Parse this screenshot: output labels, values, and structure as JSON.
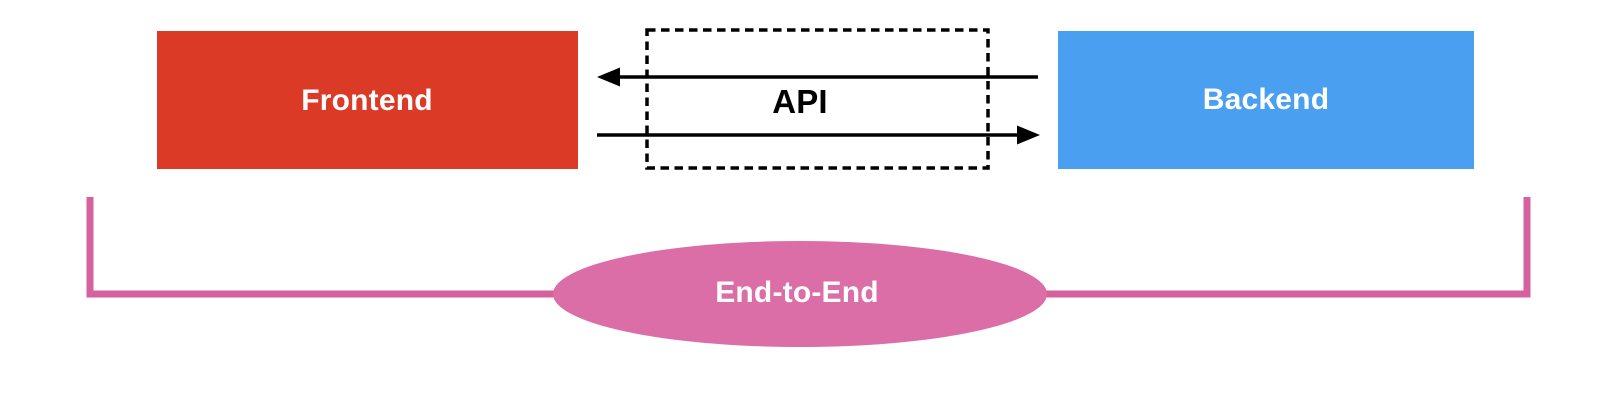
{
  "diagram": {
    "background": "#FFFFFF",
    "nodes": {
      "frontend": {
        "label": "Frontend",
        "fill": "#DB3A27",
        "text_color": "#FFFFFF",
        "shape": "rectangle"
      },
      "backend": {
        "label": "Backend",
        "fill": "#4A9FF0",
        "text_color": "#FFFFFF",
        "shape": "rectangle"
      },
      "api": {
        "label": "API",
        "border_color": "#000000",
        "text_color": "#000000",
        "shape": "dashed-rectangle"
      },
      "end_to_end": {
        "label": "End-to-End",
        "fill": "#DB6EA7",
        "text_color": "#FFFFFF",
        "shape": "ellipse"
      }
    },
    "arrows": [
      {
        "name": "backend-to-frontend",
        "direction": "right-to-left",
        "color": "#000000"
      },
      {
        "name": "frontend-to-backend",
        "direction": "left-to-right",
        "color": "#000000"
      }
    ],
    "bracket": {
      "meaning": "End-to-End span from Frontend to Backend",
      "color": "#D5619E"
    }
  }
}
